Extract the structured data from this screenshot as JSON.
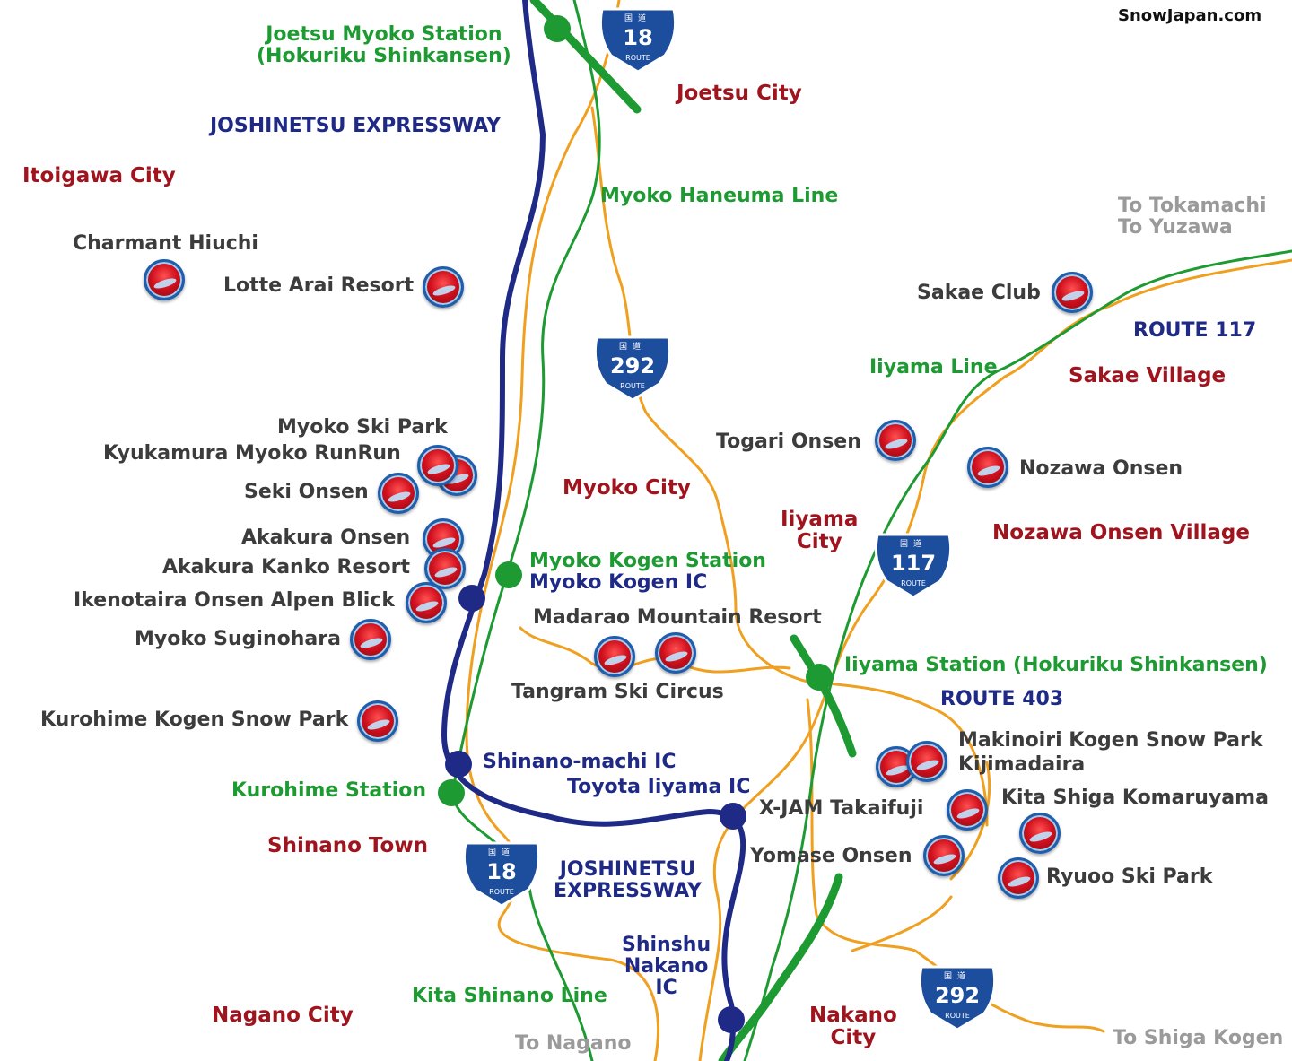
{
  "brand": "SnowJapan.com",
  "cities": [
    {
      "id": "joetsu",
      "text": "Joetsu City"
    },
    {
      "id": "itoigawa",
      "text": "Itoigawa City"
    },
    {
      "id": "myoko",
      "text": "Myoko City"
    },
    {
      "id": "iiyama",
      "text": "Iiyama\nCity"
    },
    {
      "id": "sakae",
      "text": "Sakae Village"
    },
    {
      "id": "nozawa",
      "text": "Nozawa Onsen Village"
    },
    {
      "id": "shinano",
      "text": "Shinano Town"
    },
    {
      "id": "nagano",
      "text": "Nagano City"
    },
    {
      "id": "nakano",
      "text": "Nakano\nCity"
    }
  ],
  "resorts": [
    {
      "id": "charmant",
      "text": "Charmant Hiuchi"
    },
    {
      "id": "lotte",
      "text": "Lotte Arai Resort"
    },
    {
      "id": "sakae-club",
      "text": "Sakae Club"
    },
    {
      "id": "myoko-ski-park",
      "text": "Myoko Ski Park"
    },
    {
      "id": "kyukamura",
      "text": "Kyukamura Myoko RunRun"
    },
    {
      "id": "seki",
      "text": "Seki Onsen"
    },
    {
      "id": "togari",
      "text": "Togari Onsen"
    },
    {
      "id": "nozawa-onsen",
      "text": "Nozawa Onsen"
    },
    {
      "id": "akakura-onsen",
      "text": "Akakura Onsen"
    },
    {
      "id": "akakura-kanko",
      "text": "Akakura Kanko Resort"
    },
    {
      "id": "ikenotaira",
      "text": "Ikenotaira Onsen Alpen Blick"
    },
    {
      "id": "madarao",
      "text": "Madarao Mountain Resort"
    },
    {
      "id": "suginohara",
      "text": "Myoko Suginohara"
    },
    {
      "id": "tangram",
      "text": "Tangram Ski Circus"
    },
    {
      "id": "kurohime",
      "text": "Kurohime Kogen Snow Park"
    },
    {
      "id": "makinoiri",
      "text": "Makinoiri Kogen Snow Park"
    },
    {
      "id": "kijimadaira",
      "text": "Kijimadaira"
    },
    {
      "id": "xjam",
      "text": "X-JAM Takaifuji"
    },
    {
      "id": "komaruyama",
      "text": "Kita Shiga Komaruyama"
    },
    {
      "id": "yomase",
      "text": "Yomase Onsen"
    },
    {
      "id": "ryuoo",
      "text": "Ryuoo Ski Park"
    }
  ],
  "stations": [
    {
      "id": "joetsu-myoko",
      "text": "Joetsu Myoko Station\n(Hokuriku Shinkansen)"
    },
    {
      "id": "myoko-kogen",
      "text": "Myoko Kogen Station"
    },
    {
      "id": "iiyama-station",
      "text": "Iiyama Station (Hokuriku Shinkansen)"
    },
    {
      "id": "kurohime-station",
      "text": "Kurohime Station"
    }
  ],
  "lines": [
    {
      "id": "haneuma",
      "text": "Myoko Haneuma Line"
    },
    {
      "id": "iiyama-line",
      "text": "Iiyama Line"
    },
    {
      "id": "kita-shinano",
      "text": "Kita Shinano Line"
    }
  ],
  "roads": [
    {
      "id": "expressway-north",
      "text": "JOSHINETSU EXPRESSWAY"
    },
    {
      "id": "expressway-south",
      "text": "JOSHINETSU\nEXPRESSWAY"
    },
    {
      "id": "route117",
      "text": "ROUTE 117"
    },
    {
      "id": "route403",
      "text": "ROUTE 403"
    },
    {
      "id": "myoko-kogen-ic",
      "text": "Myoko Kogen IC"
    },
    {
      "id": "shinano-machi-ic",
      "text": "Shinano-machi IC"
    },
    {
      "id": "toyota-iiyama-ic",
      "text": "Toyota Iiyama IC"
    },
    {
      "id": "shinshu-nakano-ic",
      "text": "Shinshu\nNakano\nIC"
    }
  ],
  "destinations": [
    {
      "id": "tokamachi",
      "text": "To Tokamachi\nTo Yuzawa"
    },
    {
      "id": "to-nagano",
      "text": "To Nagano"
    },
    {
      "id": "shiga-kogen",
      "text": "To Shiga Kogen"
    }
  ],
  "shields": [
    {
      "id": "r18-north",
      "number": "18",
      "kanji": "国道",
      "route": "ROUTE"
    },
    {
      "id": "r292-mid",
      "number": "292",
      "kanji": "国道",
      "route": "ROUTE"
    },
    {
      "id": "r117",
      "number": "117",
      "kanji": "国道",
      "route": "ROUTE"
    },
    {
      "id": "r18-south",
      "number": "18",
      "kanji": "国道",
      "route": "ROUTE"
    },
    {
      "id": "r292-south",
      "number": "292",
      "kanji": "国道",
      "route": "ROUTE"
    }
  ],
  "colors": {
    "city": "#a0141e",
    "resort": "#3c3c3c",
    "station": "#1e9a32",
    "road": "#1f2a86",
    "destination": "#9a9a9a",
    "rail": "#1e9a32",
    "local_road": "#f0a020",
    "expressway": "#1f2a86"
  }
}
